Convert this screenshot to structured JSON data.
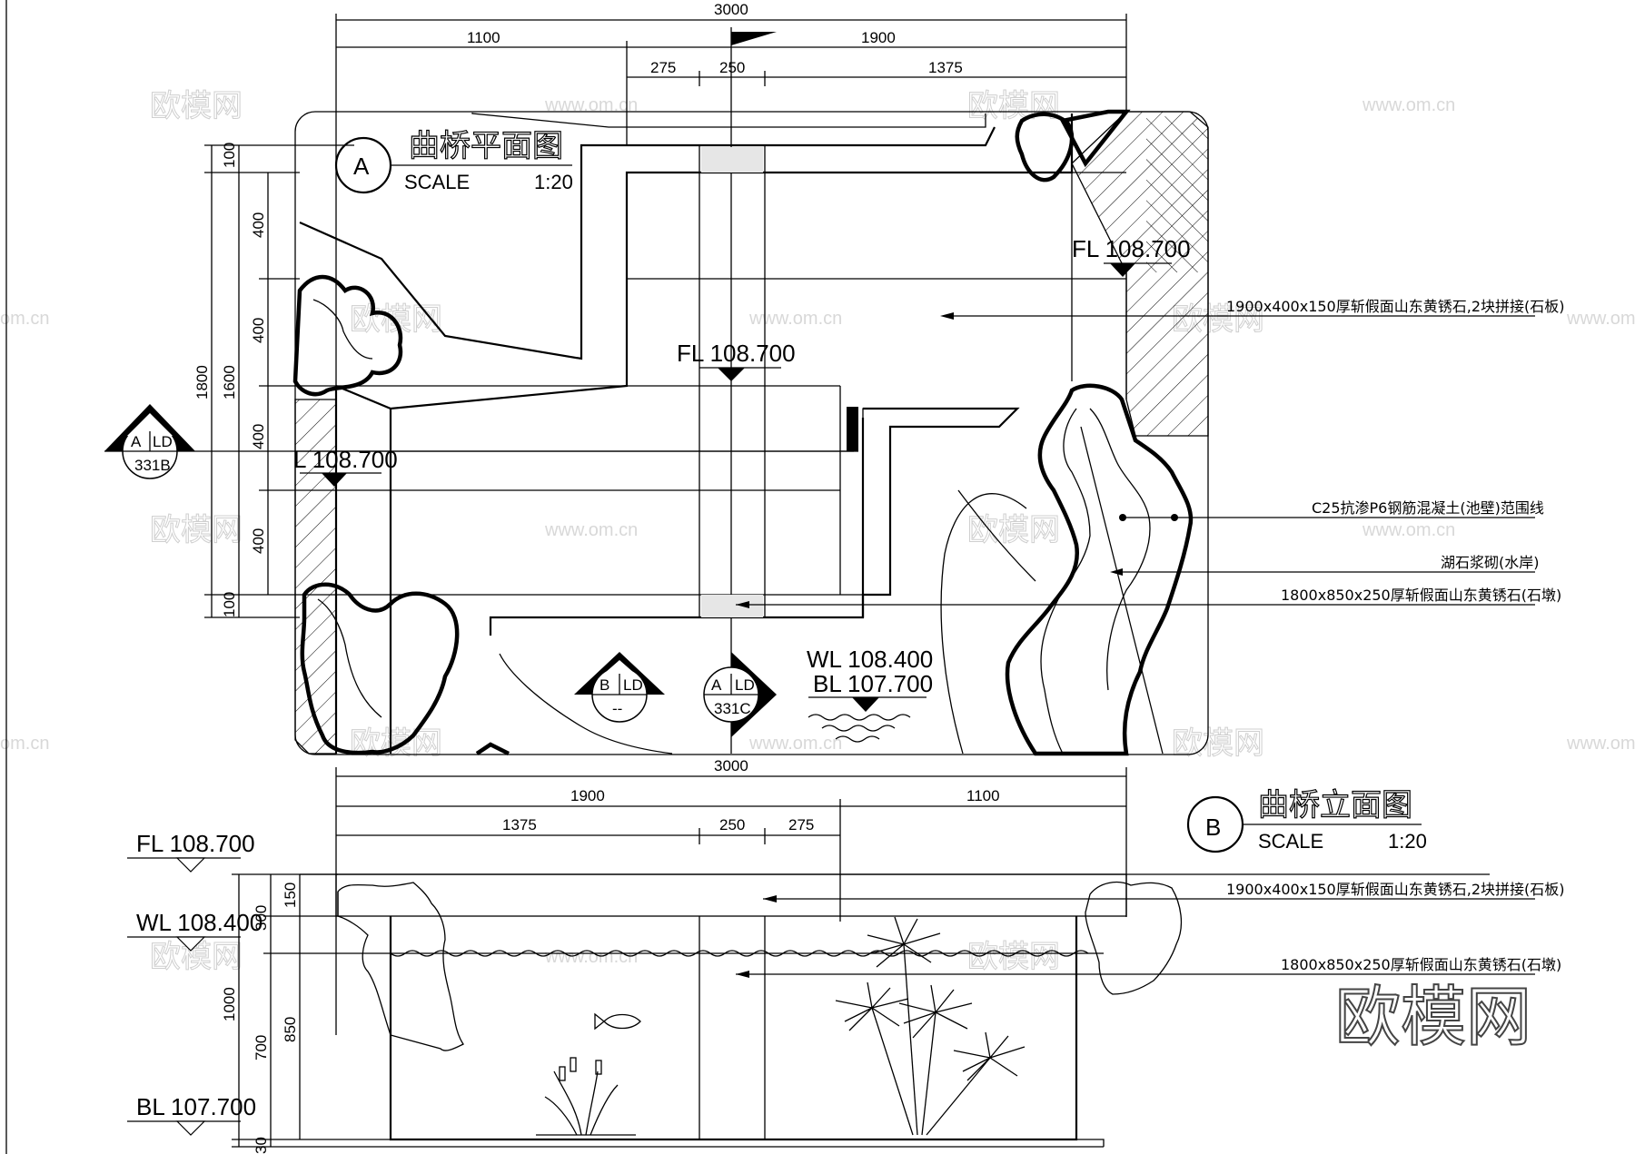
{
  "plan": {
    "marker_letter": "A",
    "title": "曲桥平面图",
    "scale_label": "SCALE",
    "scale_value": "1:20",
    "dims_top": {
      "overall": "3000",
      "seg1": "1100",
      "seg2": "1900",
      "sub1": "275",
      "sub2": "250",
      "sub3": "1375"
    },
    "dims_bottom": {
      "overall": "3000",
      "seg1": "1900",
      "seg2": "1100",
      "sub1": "1375",
      "sub2": "250",
      "sub3": "275"
    },
    "dims_left": {
      "outer": "1800",
      "inner": "1600",
      "s1": "100",
      "s2": "400",
      "s3": "400",
      "s4": "400",
      "s5": "400",
      "s6": "100"
    },
    "levels": {
      "fl_right": "FL  108.700",
      "fl_center": "FL  108.700",
      "fl_left": "L  108.700",
      "wl": "WL  108.400",
      "bl": "BL  107.700"
    },
    "section_left": {
      "a": "A",
      "b": "LD",
      "c": "331B"
    },
    "section_bottom_b": {
      "a": "B",
      "b": "LD",
      "c": "--"
    },
    "section_bottom_a": {
      "a": "A",
      "b": "LD",
      "c": "331C"
    },
    "notes": {
      "n1": "1900x400x150厚斩假面山东黄锈石,2块拼接(石板)",
      "n2": "C25抗渗P6钢筋混凝土(池壁)范围线",
      "n3": "湖石浆砌(水岸)",
      "n4": "1800x850x250厚斩假面山东黄锈石(石墩)"
    }
  },
  "elevation": {
    "marker_letter": "B",
    "title": "曲桥立面图",
    "scale_label": "SCALE",
    "scale_value": "1:20",
    "levels": {
      "fl": "FL  108.700",
      "wl": "WL  108.400",
      "bl": "BL  107.700"
    },
    "dims_left": {
      "outer": "1000",
      "a150": "150",
      "a300": "300",
      "a850": "850",
      "a700": "700",
      "a30": "30"
    },
    "notes": {
      "n1": "1900x400x150厚斩假面山东黄锈石,2块拼接(石板)",
      "n2": "1800x850x250厚斩假面山东黄锈石(石墩)"
    }
  },
  "watermarks": {
    "cn": "欧模网",
    "url": "www.om.cn",
    "url_short": "om.cn"
  }
}
